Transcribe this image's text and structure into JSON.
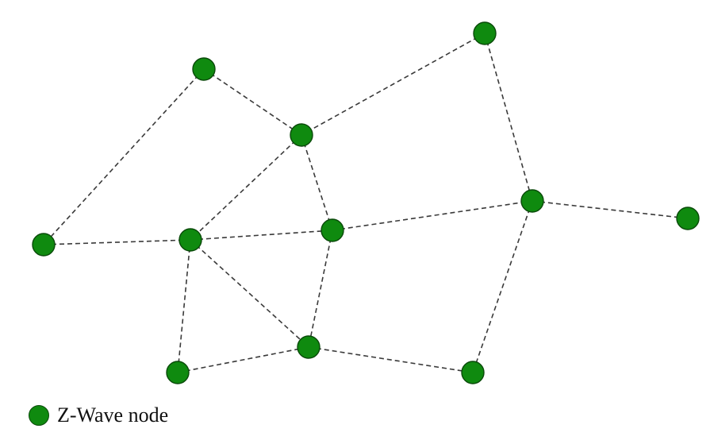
{
  "legend": {
    "label": "Z-Wave node",
    "marker_color": "#0f8a0f"
  },
  "network": {
    "node_color": "#0f8a0f",
    "edge_style": "dashed",
    "nodes": [
      "n-top-left",
      "n-top-right",
      "n-center-upper",
      "n-left",
      "n-center-left",
      "n-center",
      "n-right-middle",
      "n-far-right",
      "n-bottom-left",
      "n-center-lower",
      "n-bottom-right"
    ],
    "edges": [
      [
        "n-top-left",
        "n-center-upper"
      ],
      [
        "n-top-left",
        "n-left"
      ],
      [
        "n-top-right",
        "n-center-upper"
      ],
      [
        "n-top-right",
        "n-right-middle"
      ],
      [
        "n-center-upper",
        "n-center-left"
      ],
      [
        "n-center-upper",
        "n-center"
      ],
      [
        "n-left",
        "n-center-left"
      ],
      [
        "n-center-left",
        "n-center"
      ],
      [
        "n-center-left",
        "n-bottom-left"
      ],
      [
        "n-center-left",
        "n-center-lower"
      ],
      [
        "n-center",
        "n-right-middle"
      ],
      [
        "n-center",
        "n-center-lower"
      ],
      [
        "n-right-middle",
        "n-far-right"
      ],
      [
        "n-right-middle",
        "n-bottom-right"
      ],
      [
        "n-bottom-left",
        "n-center-lower"
      ],
      [
        "n-center-lower",
        "n-bottom-right"
      ]
    ]
  }
}
